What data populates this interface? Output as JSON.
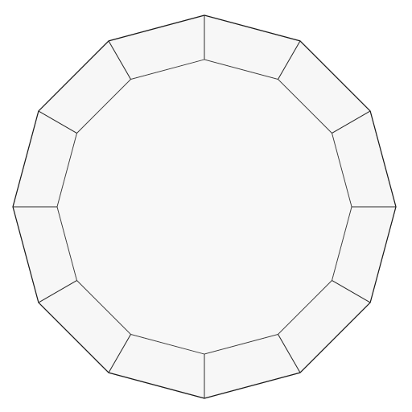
{
  "diagram": {
    "shape": "dodecagon",
    "sides": 12,
    "segment_count": 12,
    "style": {
      "fill": "#f7f7f7",
      "inner_fill": "#f8f8f8",
      "outer_stroke": "#1a1a1a",
      "inner_stroke": "#3a3a3a",
      "spoke_stroke": "#2a2a2a"
    }
  }
}
